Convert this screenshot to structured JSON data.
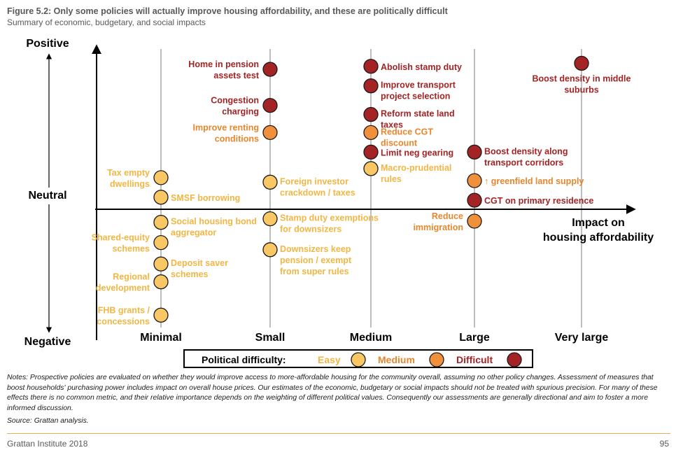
{
  "figure": {
    "title": "Figure 5.2: Only some policies will actually improve housing affordability, and these are politically difficult",
    "subtitle": "Summary of economic, budgetary, and social impacts"
  },
  "colors": {
    "easy": "#f9c764",
    "medium": "#f0903b",
    "difficult": "#a42325",
    "easy_text": "#f2b643",
    "medium_text": "#e7862d",
    "difficult_text": "#a42325"
  },
  "chart_data": {
    "type": "scatter",
    "x_categories": [
      "Minimal",
      "Small",
      "Medium",
      "Large",
      "Very large"
    ],
    "x_axis_label": "Impact on housing affordability",
    "y_axis_labels": {
      "top": "Positive",
      "middle": "Neutral",
      "bottom": "Negative"
    },
    "legend": {
      "title": "Political difficulty:",
      "items": [
        {
          "key": "easy",
          "label": "Easy"
        },
        {
          "key": "medium",
          "label": "Medium"
        },
        {
          "key": "difficult",
          "label": "Difficult"
        }
      ]
    },
    "points": [
      {
        "label": "Home in pension assets test",
        "lines": [
          "Home in pension",
          "assets test"
        ],
        "x": "Small",
        "y": 0.93,
        "difficulty": "difficult",
        "side": "left"
      },
      {
        "label": "Congestion charging",
        "lines": [
          "Congestion",
          "charging"
        ],
        "x": "Small",
        "y": 0.69,
        "difficulty": "difficult",
        "side": "left"
      },
      {
        "label": "Improve renting conditions",
        "lines": [
          "Improve renting",
          "conditions"
        ],
        "x": "Small",
        "y": 0.51,
        "difficulty": "medium",
        "side": "left"
      },
      {
        "label": "Foreign investor crackdown / taxes",
        "lines": [
          "Foreign investor",
          "crackdown / taxes"
        ],
        "x": "Small",
        "y": 0.18,
        "difficulty": "easy",
        "side": "right"
      },
      {
        "label": "Stamp duty exemptions for downsizers",
        "lines": [
          "Stamp duty exemptions",
          "for downsizers"
        ],
        "x": "Small",
        "y": -0.08,
        "difficulty": "easy",
        "side": "right"
      },
      {
        "label": "Downsizers keep pension / exempt from super rules",
        "lines": [
          "Downsizers keep",
          "pension / exempt",
          "from super rules"
        ],
        "x": "Small",
        "y": -0.34,
        "difficulty": "easy",
        "side": "right"
      },
      {
        "label": "Tax empty dwellings",
        "lines": [
          "Tax empty",
          "dwellings"
        ],
        "x": "Minimal",
        "y": 0.21,
        "difficulty": "easy",
        "side": "left"
      },
      {
        "label": "SMSF borrowing",
        "lines": [
          "SMSF borrowing"
        ],
        "x": "Minimal",
        "y": 0.08,
        "difficulty": "easy",
        "side": "right"
      },
      {
        "label": "Social housing bond aggregator",
        "lines": [
          "Social housing bond",
          "aggregator"
        ],
        "x": "Minimal",
        "y": -0.11,
        "difficulty": "easy",
        "side": "right"
      },
      {
        "label": "Shared-equity schemes",
        "lines": [
          "Shared-equity",
          "schemes"
        ],
        "x": "Minimal",
        "y": -0.28,
        "difficulty": "easy",
        "side": "left"
      },
      {
        "label": "Deposit saver schemes",
        "lines": [
          "Deposit saver",
          "schemes"
        ],
        "x": "Minimal",
        "y": -0.46,
        "difficulty": "easy",
        "side": "right"
      },
      {
        "label": "Regional development",
        "lines": [
          "Regional",
          "development"
        ],
        "x": "Minimal",
        "y": -0.61,
        "difficulty": "easy",
        "side": "left"
      },
      {
        "label": "FHB grants / concessions",
        "lines": [
          "FHB grants /",
          "concessions"
        ],
        "x": "Minimal",
        "y": -0.89,
        "difficulty": "easy",
        "side": "left"
      },
      {
        "label": "Abolish stamp duty",
        "lines": [
          "Abolish stamp duty"
        ],
        "x": "Medium",
        "y": 0.95,
        "difficulty": "difficult",
        "side": "right"
      },
      {
        "label": "Improve transport project selection",
        "lines": [
          "Improve transport",
          "project selection"
        ],
        "x": "Medium",
        "y": 0.82,
        "difficulty": "difficult",
        "side": "right"
      },
      {
        "label": "Reform state land taxes",
        "lines": [
          "Reform state land",
          "taxes"
        ],
        "x": "Medium",
        "y": 0.63,
        "difficulty": "difficult",
        "side": "right"
      },
      {
        "label": "Reduce CGT discount",
        "lines": [
          "Reduce CGT",
          "discount"
        ],
        "x": "Medium",
        "y": 0.51,
        "difficulty": "medium",
        "side": "right"
      },
      {
        "label": "Limit neg gearing",
        "lines": [
          "Limit neg gearing"
        ],
        "x": "Medium",
        "y": 0.38,
        "difficulty": "difficult",
        "side": "right"
      },
      {
        "label": "Macro-prudential rules",
        "lines": [
          "Macro-prudential",
          "rules"
        ],
        "x": "Medium",
        "y": 0.27,
        "difficulty": "easy",
        "side": "right"
      },
      {
        "label": "Boost density along transport corridors",
        "lines": [
          "Boost density along",
          "transport corridors"
        ],
        "x": "Large",
        "y": 0.38,
        "difficulty": "difficult",
        "side": "right"
      },
      {
        "label": "↑ greenfield land supply",
        "lines": [
          "↑ greenfield land supply"
        ],
        "x": "Large",
        "y": 0.19,
        "difficulty": "medium",
        "side": "right"
      },
      {
        "label": "CGT on primary residence",
        "lines": [
          "CGT on primary residence"
        ],
        "x": "Large",
        "y": 0.06,
        "difficulty": "difficult",
        "side": "right"
      },
      {
        "label": "Reduce immigration",
        "lines": [
          "Reduce",
          "immigration"
        ],
        "x": "Large",
        "y": -0.1,
        "difficulty": "medium",
        "side": "left"
      },
      {
        "label": "Boost density in middle suburbs",
        "lines": [
          "Boost density in middle",
          "suburbs"
        ],
        "x": "Very large",
        "y": 0.97,
        "difficulty": "difficult",
        "side": "below"
      }
    ]
  },
  "notes": "Notes: Prospective policies are evaluated on whether they would improve access to more-affordable housing for the community overall, assuming no other policy changes. Assessment of measures that boost households' purchasing power includes impact on overall house prices. Our estimates of the economic, budgetary or social impacts should not be treated with spurious precision. For many of these effects there is no common metric, and their relative importance depends on the weighting of different political values. Consequently our assessments are generally directional and aim to foster a more informed discussion.",
  "source": "Source: Grattan analysis.",
  "footer": {
    "left": "Grattan Institute 2018",
    "right": "95"
  }
}
